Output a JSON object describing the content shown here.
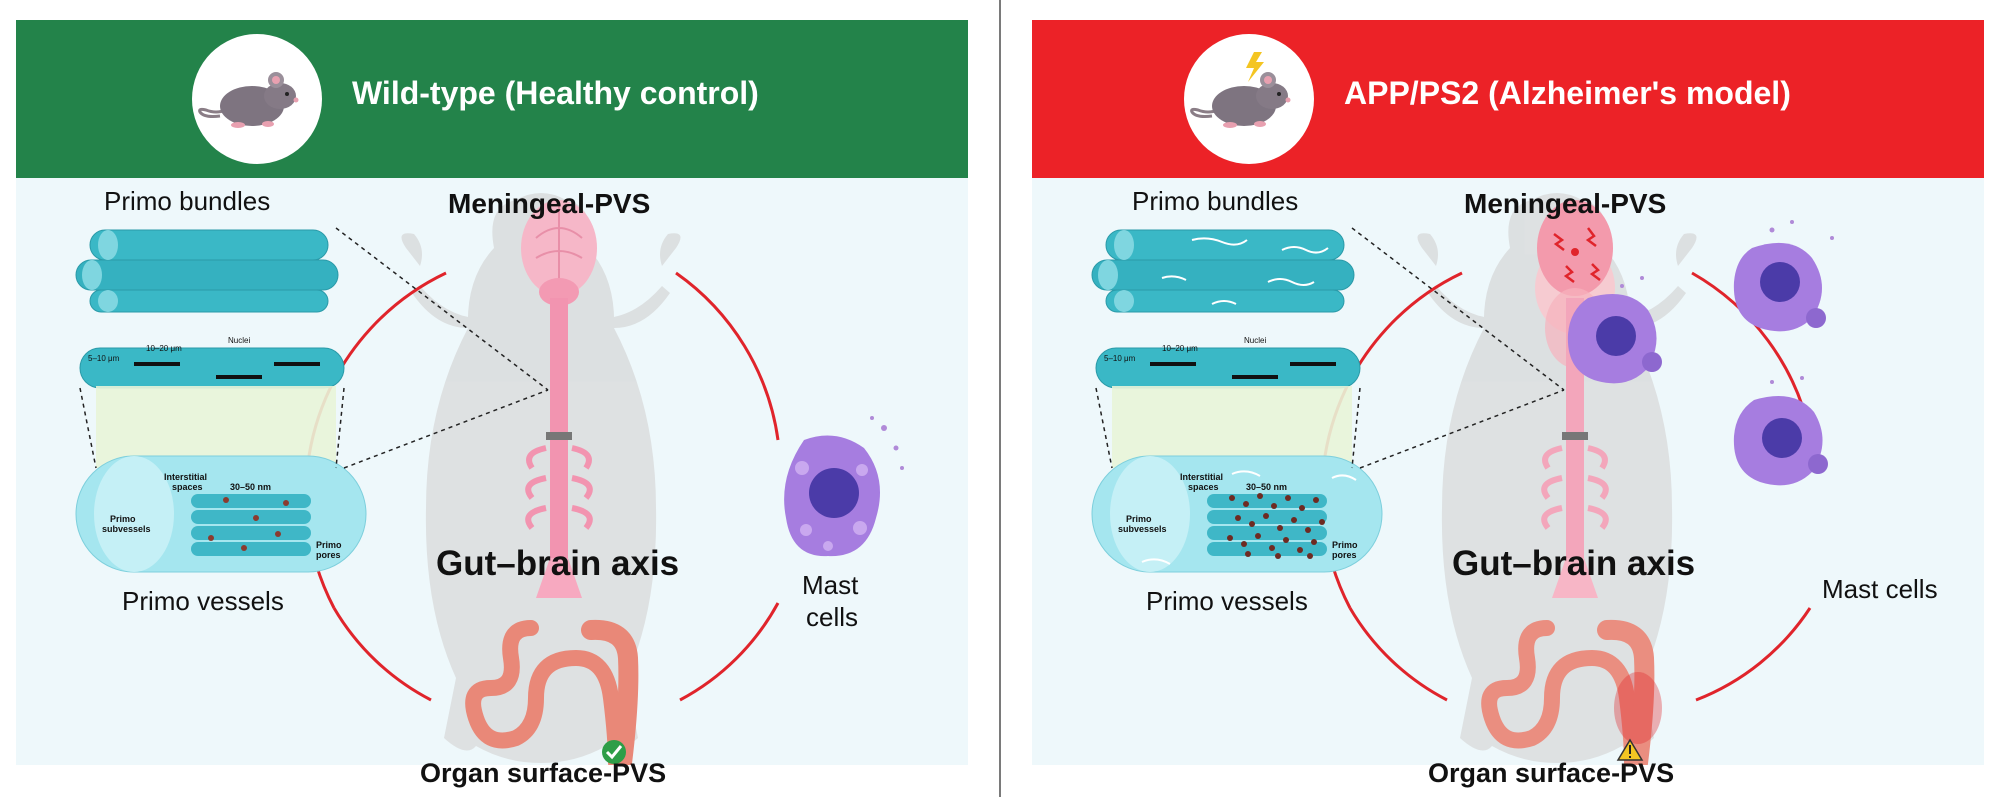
{
  "panels": [
    {
      "id": "wild-type",
      "title": "Wild-type (Healthy control)",
      "banner_color": "#23834a",
      "state": "healthy",
      "labels": {
        "primo_bundles": "Primo bundles",
        "meningeal": "Meningeal-PVS",
        "primo_vessels": "Primo vessels",
        "gut_brain": "Gut–brain axis",
        "organ_surface": "Organ surface-PVS",
        "mast_cells_line1": "Mast",
        "mast_cells_line2": "cells",
        "dim_small": "5–10 μm",
        "dim_large": "10–20 μm",
        "nuclei": "Nuclei",
        "interstitial": "Interstitial",
        "spaces": "spaces",
        "nm": "30–50 nm",
        "subvessels_1": "Primo",
        "subvessels_2": "subvessels",
        "pores_1": "Primo",
        "pores_2": "pores"
      },
      "status_icon": "check-icon"
    },
    {
      "id": "app-ps2",
      "title": "APP/PS2 (Alzheimer's model)",
      "banner_color": "#ec2227",
      "state": "disease",
      "labels": {
        "primo_bundles": "Primo bundles",
        "meningeal": "Meningeal-PVS",
        "primo_vessels": "Primo vessels",
        "gut_brain": "Gut–brain axis",
        "organ_surface": "Organ surface-PVS",
        "mast_cells": "Mast cells",
        "dim_small": "5–10 μm",
        "dim_large": "10–20 μm",
        "nuclei": "Nuclei",
        "interstitial": "Interstitial",
        "spaces": "spaces",
        "nm": "30–50 nm",
        "subvessels_1": "Primo",
        "subvessels_2": "subvessels",
        "pores_1": "Primo",
        "pores_2": "pores"
      },
      "status_icon": "warning-icon"
    }
  ]
}
